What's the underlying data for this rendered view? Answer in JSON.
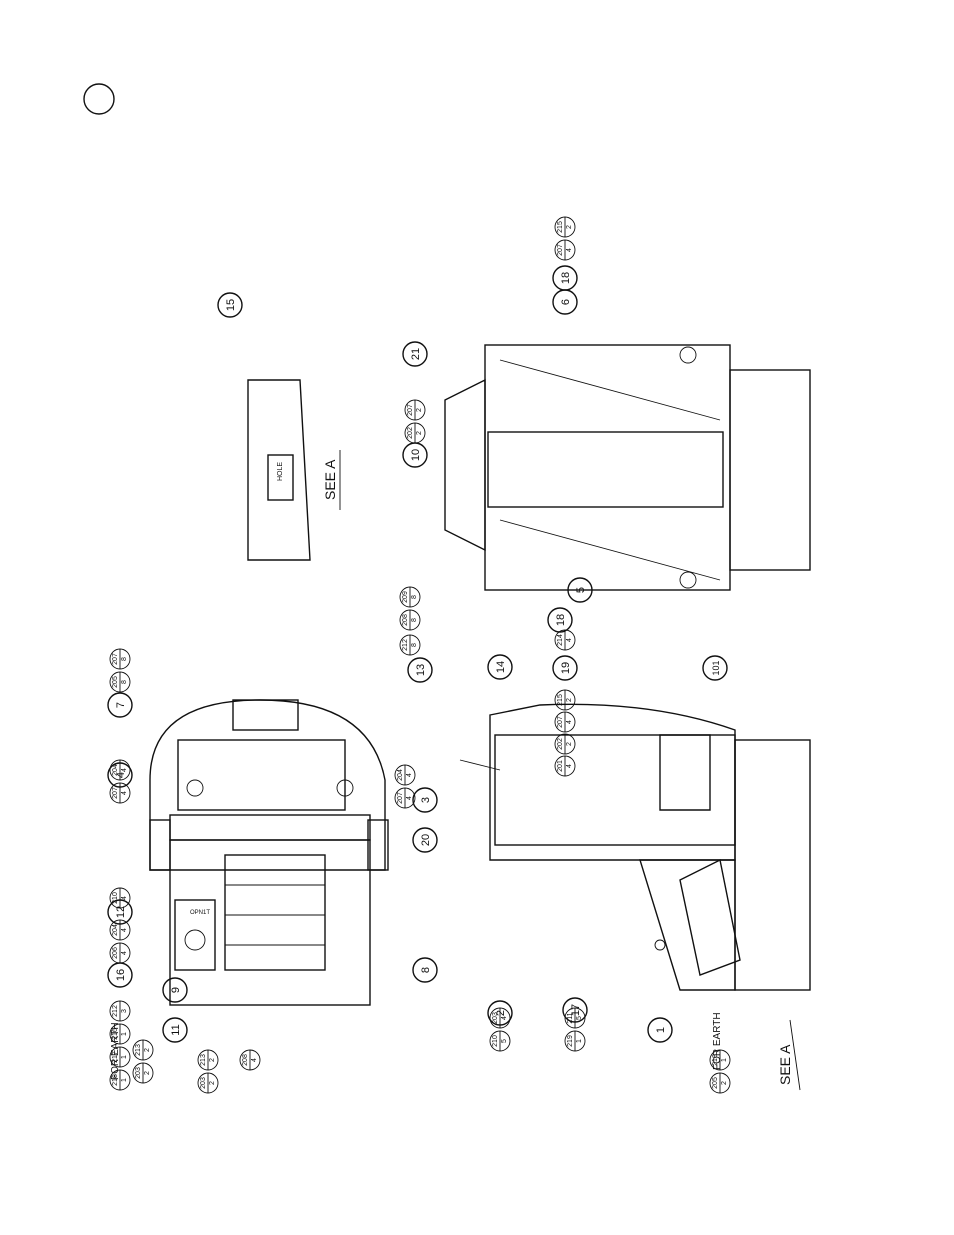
{
  "callouts": [
    "1",
    "2",
    "3",
    "4",
    "5",
    "6",
    "7",
    "8",
    "9",
    "10",
    "11",
    "12",
    "13",
    "14",
    "15",
    "16",
    "17",
    "18",
    "18",
    "19",
    "20",
    "21",
    "101"
  ],
  "balloons": [
    {
      "top": "218",
      "bottom": "1"
    },
    {
      "top": "217",
      "bottom": "1"
    },
    {
      "top": "216",
      "bottom": "1"
    },
    {
      "top": "212",
      "bottom": "3"
    },
    {
      "top": "213",
      "bottom": "2"
    },
    {
      "top": "203",
      "bottom": "2"
    },
    {
      "top": "208",
      "bottom": "4"
    },
    {
      "top": "213",
      "bottom": "2"
    },
    {
      "top": "203",
      "bottom": "2"
    },
    {
      "top": "204",
      "bottom": "4"
    },
    {
      "top": "206",
      "bottom": "4"
    },
    {
      "top": "210",
      "bottom": "4"
    },
    {
      "top": "204",
      "bottom": "4"
    },
    {
      "top": "207",
      "bottom": "4"
    },
    {
      "top": "204",
      "bottom": "4"
    },
    {
      "top": "207",
      "bottom": "4"
    },
    {
      "top": "205",
      "bottom": "8"
    },
    {
      "top": "207",
      "bottom": "8"
    },
    {
      "top": "212",
      "bottom": "8"
    },
    {
      "top": "208",
      "bottom": "8"
    },
    {
      "top": "209",
      "bottom": "8"
    },
    {
      "top": "214",
      "bottom": "4"
    },
    {
      "top": "215",
      "bottom": "2"
    },
    {
      "top": "207",
      "bottom": "4"
    },
    {
      "top": "202",
      "bottom": "2"
    },
    {
      "top": "201",
      "bottom": "4"
    },
    {
      "top": "203",
      "bottom": "4"
    },
    {
      "top": "210",
      "bottom": "5"
    },
    {
      "top": "211",
      "bottom": "5"
    },
    {
      "top": "219",
      "bottom": "1"
    },
    {
      "top": "218",
      "bottom": "1"
    },
    {
      "top": "205",
      "bottom": "2"
    },
    {
      "top": "207",
      "bottom": "2"
    },
    {
      "top": "202",
      "bottom": "2"
    },
    {
      "top": "207",
      "bottom": "4"
    },
    {
      "top": "215",
      "bottom": "2"
    }
  ],
  "labels": {
    "for_earth_top": "FOR EARTH",
    "for_earth_bottom": "FOR EARTH",
    "see_a_detail": "SEE A",
    "see_a_side": "SEE A",
    "hole": "HOLE",
    "panel_text": "OPN1T"
  }
}
